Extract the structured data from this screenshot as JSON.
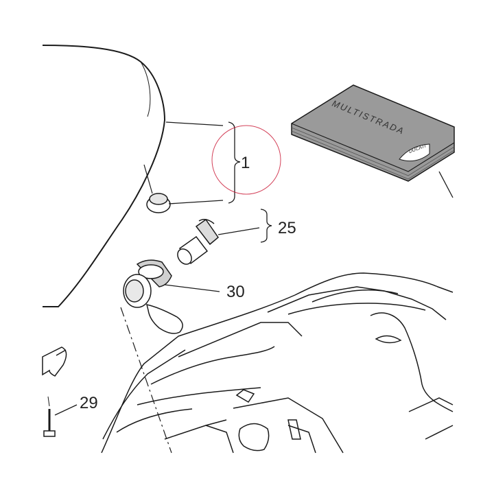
{
  "diagram": {
    "callouts": [
      {
        "id": "1",
        "label": "1"
      },
      {
        "id": "25",
        "label": "25"
      },
      {
        "id": "30",
        "label": "30"
      },
      {
        "id": "29",
        "label": "29"
      }
    ],
    "manual": {
      "title": "MULTISTRADA",
      "brand": "DUCATI"
    },
    "highlight_color": "#c8102e",
    "line_color": "#1a1a1a",
    "manual_color": "#9a9a9a"
  }
}
